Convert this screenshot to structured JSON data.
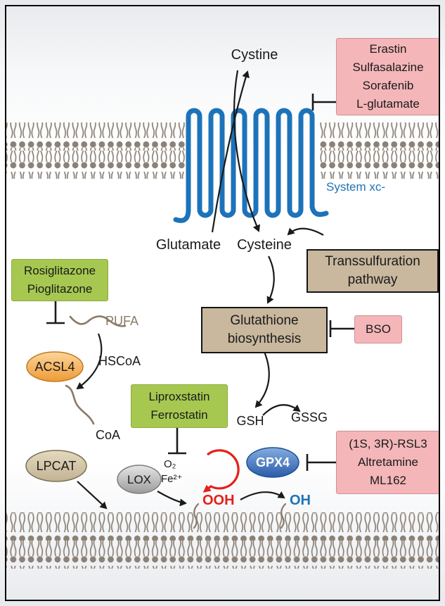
{
  "colors": {
    "transporter_blue": "#1d73b9",
    "inhibitor_pink": "#f4b6b9",
    "protective_green": "#a6c851",
    "pathway_tan": "#c9b89e",
    "lipid_brown": "#8b8177",
    "peroxide_red": "#e3211a"
  },
  "membrane_labels": {
    "cystine": "Cystine",
    "glutamate": "Glutamate",
    "cysteine": "Cysteine",
    "system_xc": "System xc-"
  },
  "boxes": {
    "xc_inhibitors": {
      "lines": [
        "Erastin",
        "Sulfasalazine",
        "Sorafenib",
        "L-glutamate"
      ]
    },
    "transsulfuration": {
      "lines": [
        "Transsulfuration",
        "pathway"
      ]
    },
    "glutathione": {
      "lines": [
        "Glutathione",
        "biosynthesis"
      ]
    },
    "bso": {
      "lines": [
        "BSO"
      ]
    },
    "glitazones": {
      "lines": [
        "Rosiglitazone",
        "Pioglitazone"
      ]
    },
    "statins": {
      "lines": [
        "Liproxstatin",
        "Ferrostatin"
      ]
    },
    "gpx4_inhibitors": {
      "lines": [
        "(1S, 3R)-RSL3",
        "Altretamine",
        "ML162"
      ]
    }
  },
  "enzymes": {
    "acsl4": "ACSL4",
    "lpcat": "LPCAT",
    "lox": "LOX",
    "gpx4": "GPX4"
  },
  "metabolites": {
    "pufa": "PUFA",
    "hscoa": "HSCoA",
    "coa": "CoA",
    "gsh": "GSH",
    "gssg": "GSSG",
    "ooh": "OOH",
    "oh": "OH",
    "o2": "O₂",
    "fe2": "Fe²⁺"
  }
}
